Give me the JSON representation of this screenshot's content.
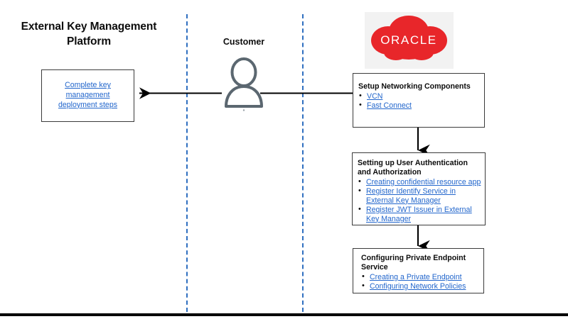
{
  "diagram": {
    "platform_title": "External Key Management Platform",
    "customer_lane_label": "Customer",
    "oracle_logo_text": "ORACLE",
    "left_box": {
      "link_label": "Complete key management deployment steps"
    },
    "boxes": [
      {
        "title": "Setup Networking Components",
        "items": [
          "VCN",
          "Fast Connect"
        ]
      },
      {
        "title": "Setting up User Authentication and Authorization",
        "items": [
          "Creating confidential resource app",
          "Register Identify Service in External Key Manager",
          "Register JWT Issuer in External Key Manager"
        ]
      },
      {
        "title": "Configuring Private Endpoint Service",
        "items": [
          "Creating a Private Endpoint",
          "Configuring Network Policies"
        ]
      }
    ],
    "colors": {
      "link": "#2266cc",
      "lane_divider": "#2f6fc0",
      "oracle_red": "#e8262a",
      "box_border": "#3b3b3b",
      "connector": "#000000",
      "logo_backdrop": "#f2f2f2",
      "person_icon": "#5b6770"
    },
    "icons": {
      "customer": "person-icon",
      "cloud": "cloud-icon"
    }
  }
}
